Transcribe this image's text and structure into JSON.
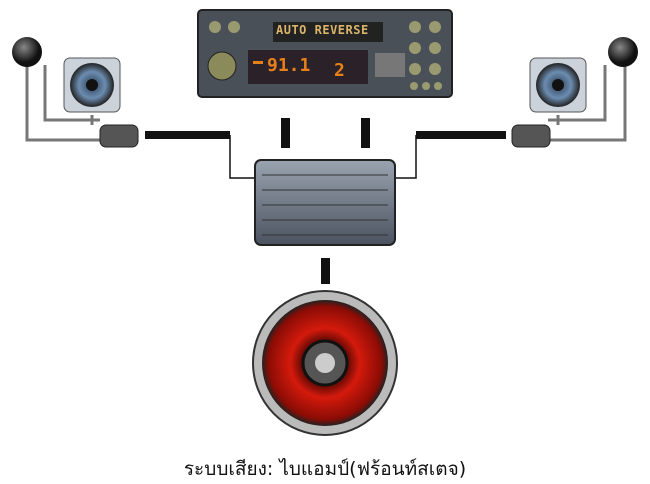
{
  "caption": "ระบบเสียง: ไบแอมป์(ฟร้อนท์สเตจ)",
  "head_unit": {
    "label": "AUTO REVERSE",
    "frequency": "91.1",
    "preset": "2"
  },
  "colors": {
    "wire": "#111111",
    "woofer": "#c8180c",
    "unit_body": "#4a5058"
  }
}
